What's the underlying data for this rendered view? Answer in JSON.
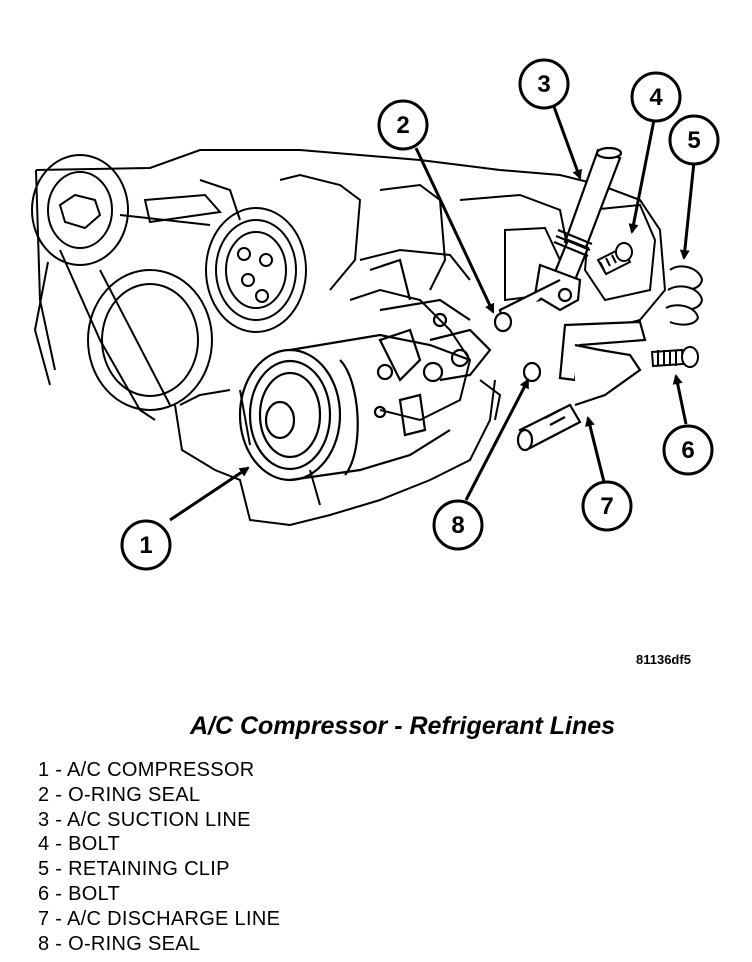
{
  "figure_code": "81136df5",
  "caption": "A/C Compressor - Refrigerant Lines",
  "callouts": [
    {
      "num": "1",
      "text": "1 - A/C COMPRESSOR"
    },
    {
      "num": "2",
      "text": "2 - O-RING SEAL"
    },
    {
      "num": "3",
      "text": "3 - A/C SUCTION LINE"
    },
    {
      "num": "4",
      "text": "4 - BOLT"
    },
    {
      "num": "5",
      "text": "5 - RETAINING CLIP"
    },
    {
      "num": "6",
      "text": "6 - BOLT"
    },
    {
      "num": "7",
      "text": "7 - A/C DISCHARGE LINE"
    },
    {
      "num": "8",
      "text": "8 - O-RING SEAL"
    }
  ]
}
